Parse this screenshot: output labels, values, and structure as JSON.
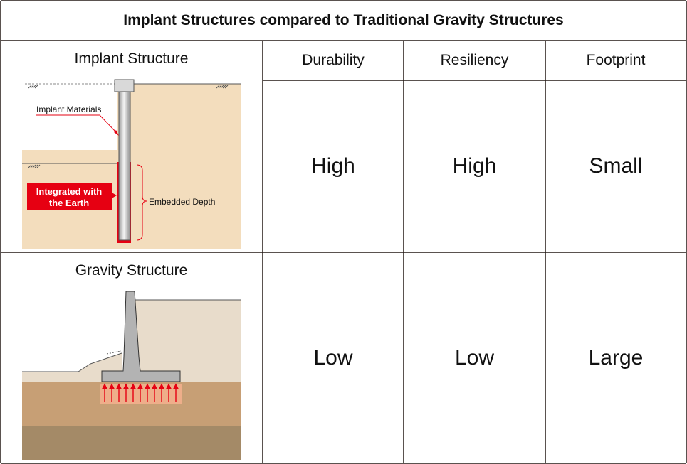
{
  "title": "Implant Structures compared to Traditional Gravity Structures",
  "columns": {
    "durability": "Durability",
    "resiliency": "Resiliency",
    "footprint": "Footprint"
  },
  "rows": [
    {
      "label": "Implant Structure",
      "durability": "High",
      "resiliency": "High",
      "footprint": "Small",
      "labels": {
        "materials": "Implant Materials",
        "integrated_line1": "Integrated with",
        "integrated_line2": "the Earth",
        "embedded_depth": "Embedded Depth"
      }
    },
    {
      "label": "Gravity Structure",
      "durability": "Low",
      "resiliency": "Low",
      "footprint": "Large"
    }
  ],
  "colors": {
    "soil_light": "#f3ddbd",
    "gravity_fill": "#e8dccb",
    "gravity_soil_mid": "#c79f75",
    "gravity_soil_deep": "#a48a67",
    "concrete": "#b3b3b3",
    "highlight_red": "#e60012",
    "border": "#231815"
  }
}
